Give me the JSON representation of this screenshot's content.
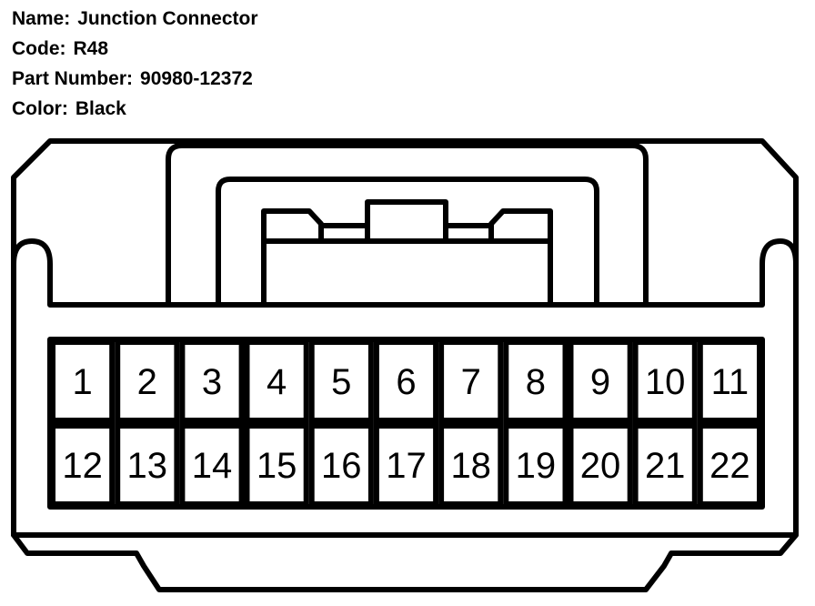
{
  "info": {
    "name_label": "Name:",
    "name_value": "Junction Connector",
    "code_label": "Code:",
    "code_value": "R48",
    "part_label": "Part Number:",
    "part_value": "90980-12372",
    "color_label": "Color:",
    "color_value": "Black"
  },
  "connector": {
    "stroke_color": "#000000",
    "fill_color": "#ffffff",
    "rows": [
      [
        "1",
        "2",
        "3",
        "4",
        "5",
        "6",
        "7",
        "8",
        "9",
        "10",
        "11"
      ],
      [
        "12",
        "13",
        "14",
        "15",
        "16",
        "17",
        "18",
        "19",
        "20",
        "21",
        "22"
      ]
    ]
  }
}
